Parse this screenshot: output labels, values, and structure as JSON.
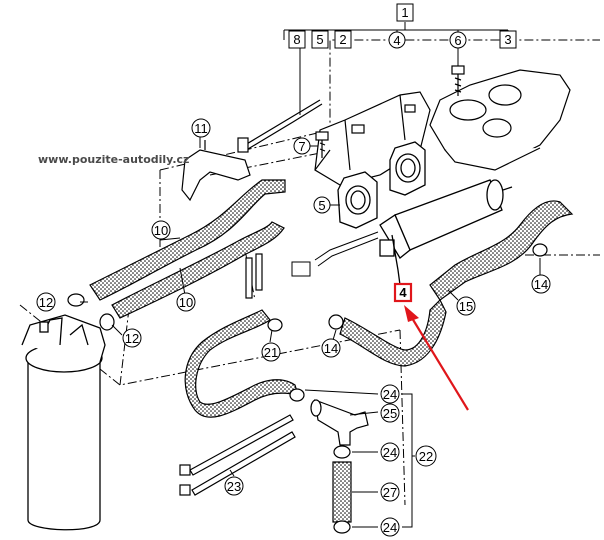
{
  "watermark": "www.pouzite-autodily.cz",
  "highlight_color": "#e0161b",
  "callouts": {
    "c1": "1",
    "c2": "2",
    "c3": "3",
    "c4top": "4",
    "c5": "5",
    "c5b": "5",
    "c6": "6",
    "c7": "7",
    "c8": "8",
    "c10a": "10",
    "c10b": "10",
    "c11": "11",
    "c12a": "12",
    "c12b": "12",
    "c14a": "14",
    "c14b": "14",
    "c15": "15",
    "c21": "21",
    "c22": "22",
    "c23": "23",
    "c24a": "24",
    "c24b": "24",
    "c24c": "24",
    "c25": "25",
    "c27": "27",
    "c4box": "4"
  }
}
